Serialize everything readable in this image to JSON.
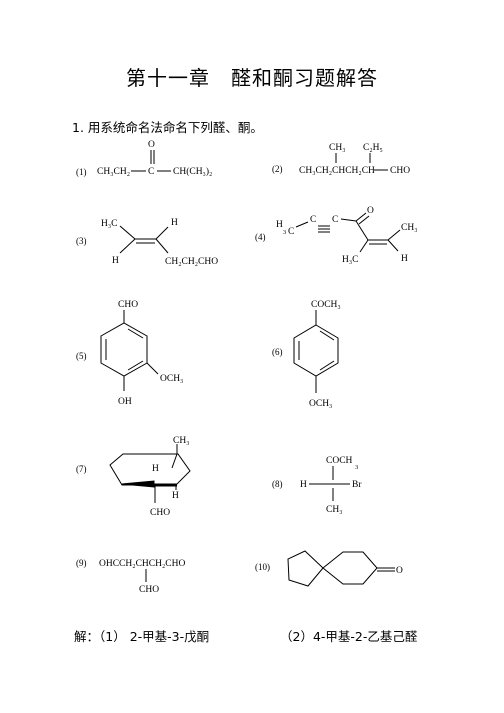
{
  "title": "第十一章　醛和酮习题解答",
  "question": "1.  用系统命名法命名下列醛、酮。",
  "answers": {
    "prefix": "解：",
    "a1": "（1）  2-甲基-3-戊酮",
    "a2": "（2）4-甲基-2-乙基己醛"
  },
  "structures": {
    "s1": {
      "num": "(1)",
      "o": "O",
      "ch3ch2": "CH₃CH₂",
      "c": "C",
      "chch3": "CH(CH₃)₂"
    },
    "s2": {
      "num": "(2)",
      "ch3": "CH₃",
      "c2h5": "C₂H₅",
      "chain": "CH₃CH₂CHCH₂CH",
      "cho": "CHO"
    },
    "s3": {
      "num": "(3)",
      "h3c": "H₃C",
      "h_top": "H",
      "h_bottom": "H",
      "sub": "CH₂CH₂CHO"
    },
    "s4": {
      "num": "(4)",
      "h3c_a": "H",
      "h3c_b": "3",
      "h3c_c": "C",
      "c1": "C",
      "c2": "C",
      "o": "O",
      "ch3_r": "CH₃",
      "h3c_low": "H₃C",
      "h_low": "H"
    },
    "s5": {
      "num": "(5)",
      "cho": "CHO",
      "och3": "OCH₃",
      "oh": "OH"
    },
    "s6": {
      "num": "(6)",
      "coch3": "COCH₃",
      "och3": "OCH₃"
    },
    "s7": {
      "num": "(7)",
      "ch3": "CH₃",
      "h1": "H",
      "h2": "H",
      "cho": "CHO"
    },
    "s8": {
      "num": "(8)",
      "coch": "COCH",
      "three": "3",
      "h": "H",
      "br": "Br",
      "ch3": "CH₃"
    },
    "s9": {
      "num": "(9)",
      "chain": "OHCCH₂CHCH₂CHO",
      "cho": "CHO"
    },
    "s10": {
      "num": "(10)",
      "o": "O"
    }
  }
}
